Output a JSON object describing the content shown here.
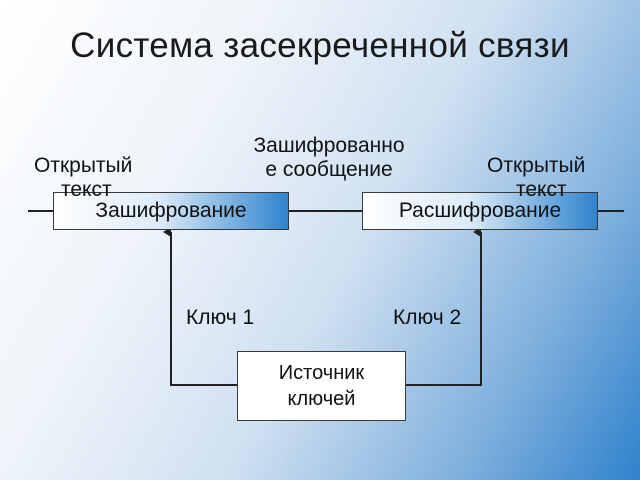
{
  "title": "Система засекреченной связи",
  "labels": {
    "plain_left": [
      "Открытый",
      "текст"
    ],
    "plain_right": [
      "Открытый",
      "текст"
    ],
    "encrypted_msg": [
      "Зашифрованно",
      "е сообщение"
    ],
    "key1": "Ключ 1",
    "key2": "Ключ 2"
  },
  "boxes": {
    "encrypt": "Зашифрование",
    "decrypt": "Расшифрование",
    "key_source": [
      "Источник",
      "ключей"
    ]
  }
}
